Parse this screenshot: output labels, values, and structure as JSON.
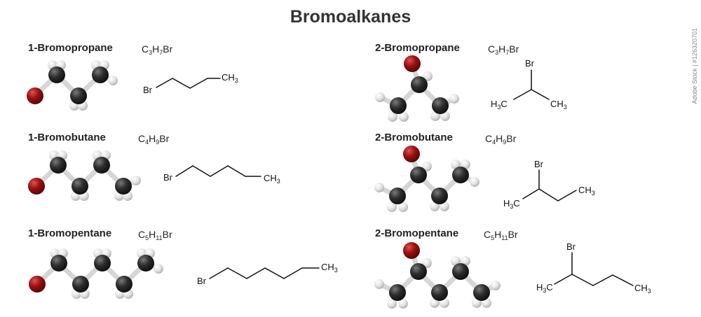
{
  "title": "Bromoalkanes",
  "colors": {
    "carbon": "#2a2a2a",
    "hydrogen": "#e8e8e8",
    "bromine": "#8b1010",
    "bond": "#d6d6d6"
  },
  "molecules": [
    {
      "name": "1-Bromopropane",
      "formula": {
        "c": "3",
        "h": "7",
        "x": "Br"
      },
      "labels": {
        "br": "Br",
        "ch3": "CH",
        "ch3_sub": "3"
      }
    },
    {
      "name": "1-Bromobutane",
      "formula": {
        "c": "4",
        "h": "9",
        "x": "Br"
      },
      "labels": {
        "br": "Br",
        "ch3": "CH",
        "ch3_sub": "3"
      }
    },
    {
      "name": "1-Bromopentane",
      "formula": {
        "c": "5",
        "h": "11",
        "x": "Br"
      },
      "labels": {
        "br": "Br",
        "ch3": "CH",
        "ch3_sub": "3"
      }
    },
    {
      "name": "2-Bromopropane",
      "formula": {
        "c": "3",
        "h": "7",
        "x": "Br"
      },
      "labels": {
        "br": "Br",
        "h3c": "H",
        "h3c_sub": "3",
        "h3c_c": "C",
        "ch3": "CH",
        "ch3_sub": "3"
      }
    },
    {
      "name": "2-Bromobutane",
      "formula": {
        "c": "4",
        "h": "9",
        "x": "Br"
      },
      "labels": {
        "br": "Br",
        "h3c": "H",
        "h3c_sub": "3",
        "h3c_c": "C",
        "ch3": "CH",
        "ch3_sub": "3"
      }
    },
    {
      "name": "2-Bromopentane",
      "formula": {
        "c": "5",
        "h": "11",
        "x": "Br"
      },
      "labels": {
        "br": "Br",
        "h3c": "H",
        "h3c_sub": "3",
        "h3c_c": "C",
        "ch3": "CH",
        "ch3_sub": "3"
      }
    }
  ],
  "watermark": "Adobe Stock | #126320701"
}
